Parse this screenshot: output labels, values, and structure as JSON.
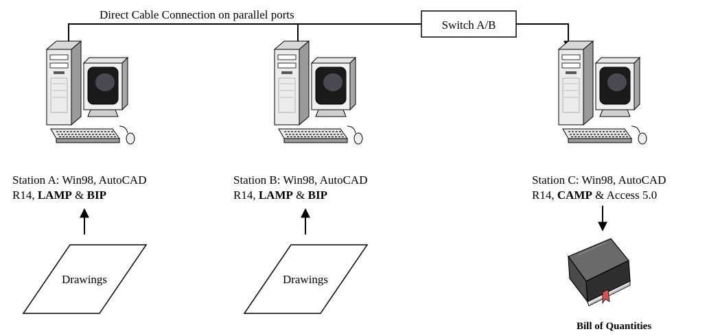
{
  "connection": {
    "cable_label": "Direct Cable Connection on parallel ports",
    "switch_label": "Switch A/B"
  },
  "stations": [
    {
      "line1": "Station A: Win98, AutoCAD",
      "line2_prefix": "R14, ",
      "line2_bold1": "LAMP",
      "line2_mid": " & ",
      "line2_bold2": "BIP",
      "input_label": "Drawings"
    },
    {
      "line1": "Station B: Win98, AutoCAD",
      "line2_prefix": "R14, ",
      "line2_bold1": "LAMP",
      "line2_mid": " & ",
      "line2_bold2": "BIP",
      "input_label": "Drawings"
    },
    {
      "line1": "Station C: Win98, AutoCAD",
      "line2_prefix": "R14, ",
      "line2_bold1": "CAMP",
      "line2_mid": " & ",
      "line2_tail": "Access 5.0",
      "output_label": "Bill of Quantities"
    }
  ],
  "colors": {
    "line": "#000000",
    "monitor_screen": "#1a1a1a",
    "screen_glare": "#4a4a55",
    "book_cover": "#3d3d3d",
    "bookmark": "#d9534f"
  }
}
